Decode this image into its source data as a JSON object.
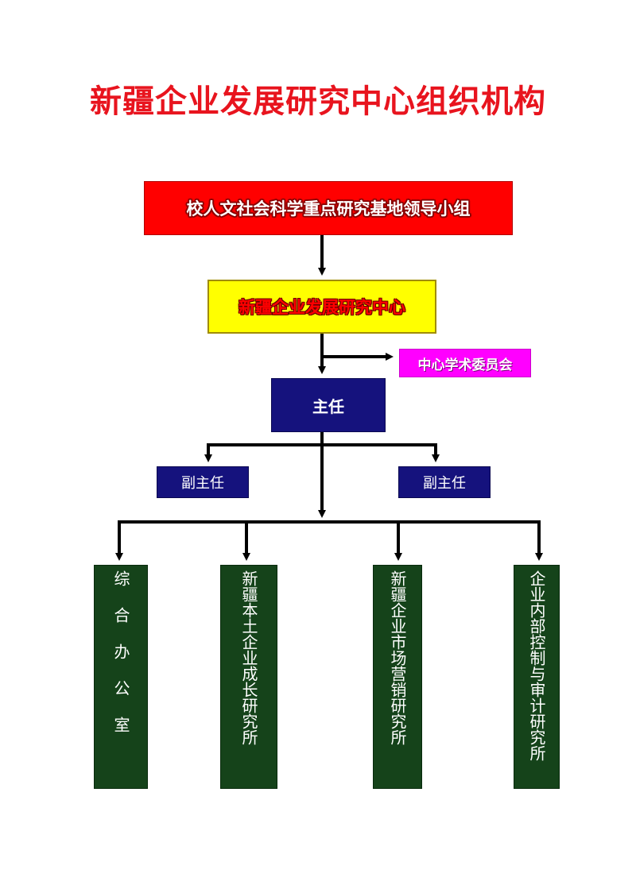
{
  "title": "新疆企业发展研究中心组织机构",
  "nodes": {
    "leadership_group": "校人文社会科学重点研究基地领导小组",
    "center": "新疆企业发展研究中心",
    "academic_committee": "中心学术委员会",
    "director": "主任",
    "deputy_left": "副主任",
    "deputy_right": "副主任",
    "office": "综合办公室",
    "local_growth_institute": "新疆本土企业成长研究所",
    "marketing_institute": "新疆企业市场营销研究所",
    "audit_institute": "企业内部控制与审计研究所"
  },
  "colors": {
    "title": "#e8141e",
    "leadership_group": "#ff0000",
    "center": "#ffff00",
    "academic_committee": "#ff00ff",
    "director": "#15127d",
    "departments": "#15431a",
    "connector": "#000000"
  }
}
